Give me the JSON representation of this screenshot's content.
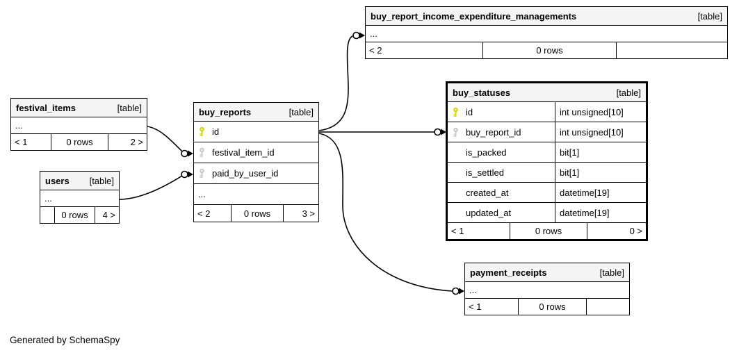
{
  "note": "Generated by SchemaSpy",
  "colors": {
    "primary_key": "#d6d600",
    "foreign_key": "#c9c9c9",
    "header_bg": "#f4f4f4",
    "border": "#000000",
    "background": "#ffffff"
  },
  "tables": {
    "income_expenditure": {
      "name": "buy_report_income_expenditure_managements",
      "tag": "[table]",
      "ellipsis": "...",
      "footer": {
        "left": "< 2",
        "center": "0 rows",
        "right": ""
      }
    },
    "festival_items": {
      "name": "festival_items",
      "tag": "[table]",
      "ellipsis": "...",
      "footer": {
        "left": "< 1",
        "center": "0 rows",
        "right": "2 >"
      }
    },
    "users": {
      "name": "users",
      "tag": "[table]",
      "ellipsis": "...",
      "footer": {
        "left": "",
        "center": "0 rows",
        "right": "4 >"
      }
    },
    "buy_reports": {
      "name": "buy_reports",
      "tag": "[table]",
      "ellipsis": "...",
      "columns": [
        {
          "name": "id",
          "key": "primary"
        },
        {
          "name": "festival_item_id",
          "key": "foreign"
        },
        {
          "name": "paid_by_user_id",
          "key": "foreign"
        }
      ],
      "footer": {
        "left": "< 2",
        "center": "0 rows",
        "right": "3 >"
      }
    },
    "buy_statuses": {
      "name": "buy_statuses",
      "tag": "[table]",
      "columns": [
        {
          "name": "id",
          "type": "int unsigned[10]",
          "key": "primary"
        },
        {
          "name": "buy_report_id",
          "type": "int unsigned[10]",
          "key": "foreign"
        },
        {
          "name": "is_packed",
          "type": "bit[1]",
          "key": ""
        },
        {
          "name": "is_settled",
          "type": "bit[1]",
          "key": ""
        },
        {
          "name": "created_at",
          "type": "datetime[19]",
          "key": ""
        },
        {
          "name": "updated_at",
          "type": "datetime[19]",
          "key": ""
        }
      ],
      "footer": {
        "left": "< 1",
        "center": "0 rows",
        "right": "0 >"
      }
    },
    "payment_receipts": {
      "name": "payment_receipts",
      "tag": "[table]",
      "ellipsis": "...",
      "footer": {
        "left": "< 1",
        "center": "0 rows",
        "right": ""
      }
    }
  },
  "relationships": [
    {
      "from": "buy_reports.id",
      "to": "buy_report_income_expenditure_managements"
    },
    {
      "from": "buy_reports.id",
      "to": "buy_statuses.buy_report_id"
    },
    {
      "from": "buy_reports.id",
      "to": "payment_receipts"
    },
    {
      "from": "festival_items",
      "to": "buy_reports.festival_item_id"
    },
    {
      "from": "users",
      "to": "buy_reports.paid_by_user_id"
    }
  ]
}
